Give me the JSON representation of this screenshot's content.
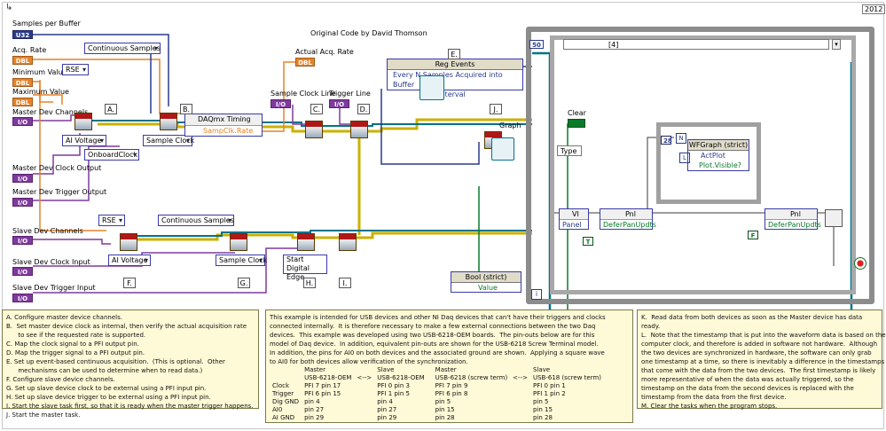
{
  "corner_label": "2012",
  "title_text": "Original Code by David Thomson",
  "controls": {
    "samples_per_buffer": {
      "label": "Samples per Buffer",
      "term": "U32"
    },
    "acq_rate": {
      "label": "Acq. Rate",
      "term": "DBL"
    },
    "min_value": {
      "label": "Minimum Value",
      "term": "DBL"
    },
    "max_value": {
      "label": "Maximum Value",
      "term": "DBL"
    },
    "master_dev_channels": {
      "label": "Master Dev Channels",
      "term": "I/O"
    },
    "master_dev_clock_output": {
      "label": "Master Dev Clock Output",
      "term": "I/O"
    },
    "master_dev_trigger_output": {
      "label": "Master Dev Trigger Output",
      "term": "I/O"
    },
    "slave_dev_channels": {
      "label": "Slave Dev Channels",
      "term": "I/O"
    },
    "slave_dev_clock_input": {
      "label": "Slave Dev Clock Input",
      "term": "I/O"
    },
    "slave_dev_trigger_input": {
      "label": "Slave Dev Trigger Input",
      "term": "I/O"
    },
    "sample_clock_line": {
      "label": "Sample Clock Line",
      "term": "I/O"
    },
    "trigger_line": {
      "label": "Trigger Line",
      "term": "I/O"
    },
    "actual_acq_rate": {
      "label": "Actual Acq. Rate",
      "term": "DBL"
    }
  },
  "rings": {
    "rse_master": "RSE",
    "continuous_master": "Continuous Samples",
    "ai_voltage_master": "AI Voltage",
    "sample_clock_master": "Sample Clock",
    "onboard_clock": "OnboardClock",
    "rse_slave": "RSE",
    "continuous_slave": "Continuous Samples",
    "ai_voltage_slave": "AI Voltage",
    "sample_clock_slave": "Sample Clock",
    "start_trigger": "Start",
    "digital_edge": "Digital Edge"
  },
  "nodes": {
    "timing": {
      "title": "DAQmx Timing",
      "prop": "SampClk.Rate"
    },
    "reg_events": {
      "title": "Reg Events",
      "item1": "Every N Samples Acquired into Buffer",
      "item2": "ableInterval"
    },
    "bool_title": "Bool (strict)",
    "bool_value": "Value",
    "wfgraph_title": "WFGraph (strict)",
    "actplot": "ActPlot",
    "plot_visible": "Plot.Visible?",
    "vi_label": "VI",
    "panel_label": "Panel",
    "pnl1": "Pnl",
    "defer1": "DeferPanUpdts",
    "pnl2": "Pnl",
    "defer2": "DeferPanUpdts",
    "clear_label": "Clear",
    "type_label": "Type",
    "graph_label": "Graph",
    "timeout_value": "50",
    "case_selector": "[4]",
    "loop_count": "28",
    "n_label": "N",
    "l_label": "L",
    "i_label": "i",
    "tf_true": "T",
    "tf_false": "F"
  },
  "step_letters": [
    "A.",
    "B.",
    "C.",
    "D.",
    "E.",
    "F.",
    "G.",
    "H.",
    "I.",
    "J."
  ],
  "notes": {
    "left": [
      "A. Configure master device channels.",
      "B.  Set master device clock as internal, then verify the actual acquisition rate",
      "      to see if the requested rate is supported.",
      "C. Map the clock signal to a PFI output pin.",
      "D. Map the trigger signal to a PFI output pin.",
      "E. Set up event-based continuous acquisition.  (This is optional.  Other",
      "      mechanisms can be used to determine when to read data.)",
      "F. Configure slave device channels.",
      "G. Set up slave device clock to be external using a PFI input pin.",
      "H. Set up slave device trigger to be external using a PFI input pin.",
      "I. Start the slave task first, so that it is ready when the master trigger happens.",
      "J. Start the master task."
    ],
    "middle_intro": [
      "This example is intended for USB devices and other NI Daq devices that can't have their triggers and clocks",
      "connected internally.  It is therefore necessary to make a few external connections between the two Daq",
      "devices.  This example was developed using two USB-6218-OEM boards.  The pin-outs below are for this",
      "model of Daq device.  In addition, equivalent pin-outs are shown for the USB-6218 Screw Terminal model.",
      "In addition, the pins for AI0 on both devices and the associated ground are shown.  Applying a square wave",
      "to AI0 for both devices allow verification of the synchronization."
    ],
    "pin_header": [
      "",
      "Master",
      "",
      "Slave",
      "",
      "Master",
      "",
      "Slave"
    ],
    "pin_header2": [
      "",
      "USB-6218-OEM",
      "<-->",
      "USB-6218-OEM",
      "",
      "USB-6218 (screw term)",
      "<-->",
      "USB-618 (screw term)"
    ],
    "pin_rows": [
      [
        "Clock",
        "PFI 7  pin 17",
        "",
        "PFI 0  pin 3",
        "",
        "PFI 7  pin 9",
        "",
        "PFI 0  pin 1"
      ],
      [
        "Trigger",
        "PFI 6  pin 15",
        "",
        "PFI 1  pin 5",
        "",
        "PFI 6  pin 8",
        "",
        "PFI 1  pin 2"
      ],
      [
        "Dig GND",
        "pin 4",
        "",
        "pin 4",
        "",
        "pin 5",
        "",
        "pin 5"
      ],
      [
        "AI0",
        "pin 27",
        "",
        "pin 27",
        "",
        "pin 15",
        "",
        "pin 15"
      ],
      [
        "AI GND",
        "pin 29",
        "",
        "pin 29",
        "",
        "pin 28",
        "",
        "pin 28"
      ]
    ],
    "right": [
      "K.  Read data from both devices as soon as the Master device has data",
      "ready.",
      "L.  Note that the timestamp that is put into the waveform data is based on the",
      "computer clock, and therefore is added in software not hardware.  Although",
      "the two devices are synchronized in hardware, the software can only grab",
      "one timestamp at a time, so there is inevitably a difference in the timestamps",
      "that come with the data from the two devices.  The first timestamp is likely",
      "more representative of when the data was actually triggered, so the",
      "timestamp on the data from the second devices is replaced with the",
      "timestamp from the data from the first device.",
      "M. Clear the tasks when the program stops."
    ]
  },
  "colors": {
    "wire_io": "#7f3a9e",
    "wire_dbl": "#e4842c",
    "wire_int": "#2a3c8a",
    "wire_error": "#c9b100",
    "wire_bool": "#0a7a2a",
    "wire_ref": "#00738a",
    "note_bg": "#fef9d6",
    "loop_frame": "#8c8c8c"
  }
}
